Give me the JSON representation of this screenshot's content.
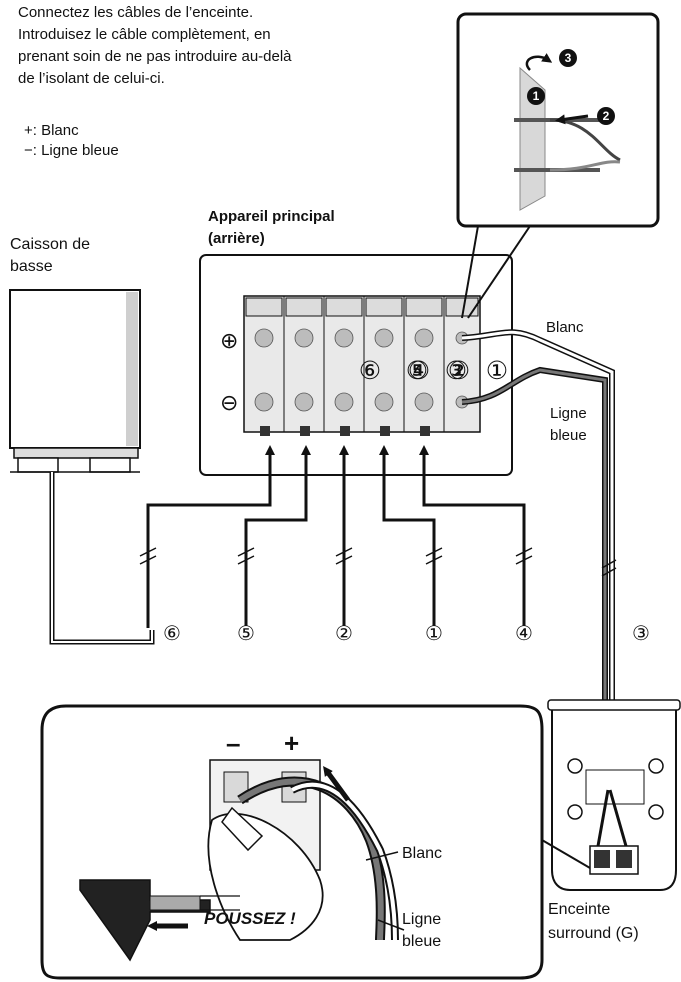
{
  "instructions": {
    "lines": [
      "Connectez les câbles de l’enceinte.",
      "Introduisez le câble complètement, en",
      "prenant soin de ne pas introduire au-delà",
      "de l’isolant de celui-ci."
    ],
    "legend_plus": "+: Blanc",
    "legend_minus": "−: Ligne bleue"
  },
  "main_unit": {
    "title_line1": "Appareil principal",
    "title_line2": "(arrière)"
  },
  "subwoofer": {
    "label_line1": "Caisson de",
    "label_line2": "basse"
  },
  "terminal_signs": {
    "plus": "⊕",
    "minus": "⊖"
  },
  "terminal_numbers": [
    "⑥",
    "⑤",
    "③",
    "②",
    "①"
  ],
  "terminal_number_overlaps": [
    "④"
  ],
  "wire_labels": {
    "white": "Blanc",
    "blue_line1": "Ligne",
    "blue_line2": "bleue"
  },
  "cable_numbers": [
    "⑥",
    "⑤",
    "②",
    "①",
    "④",
    "③"
  ],
  "inset_top_steps": [
    "1",
    "2",
    "3"
  ],
  "surround": {
    "label_line1": "Enceinte",
    "label_line2": "surround (G)"
  },
  "bottom_inset": {
    "minus": "–",
    "plus": "+",
    "white": "Blanc",
    "blue_line1": "Ligne",
    "blue_line2": "bleue",
    "push": "POUSSEZ !"
  },
  "colors": {
    "line": "#111111",
    "blue_wire": "#6b6b6b",
    "white_wire": "#ffffff",
    "panel": "#f4f4f4"
  }
}
